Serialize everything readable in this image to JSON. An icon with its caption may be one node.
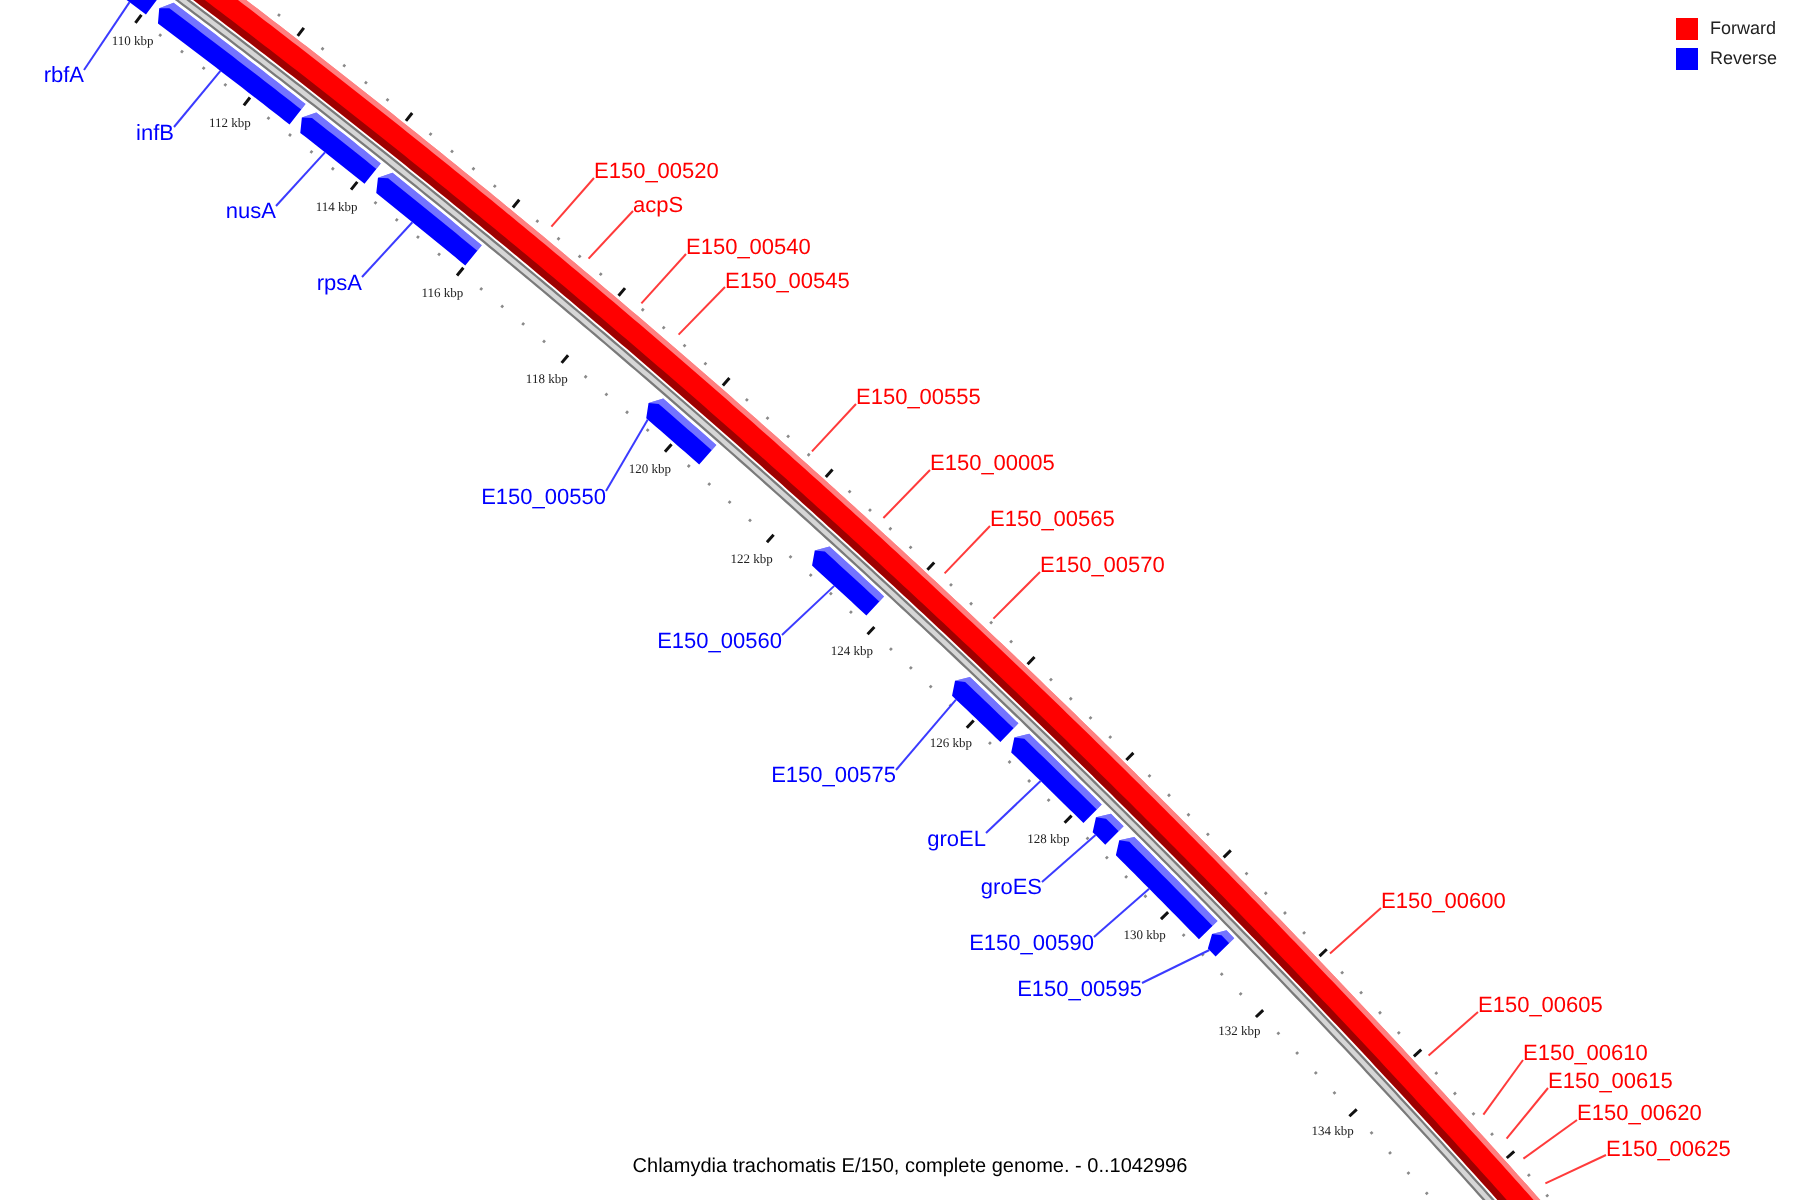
{
  "diagram": {
    "caption": "Chlamydia trachomatis E/150, complete genome. - 0..1042996",
    "nodes": [
      {
        "text": [
          "rbfA"
        ]
      },
      {
        "text": [
          "infB"
        ]
      },
      {
        "text": [
          "E150_00520"
        ]
      },
      {
        "text": [
          "acpS"
        ]
      },
      {
        "text": [
          "nusA"
        ]
      },
      {
        "text": [
          "E150_00540"
        ]
      },
      {
        "text": [
          "E150_00545"
        ]
      },
      {
        "text": [
          "rpsA"
        ]
      },
      {
        "text": [
          "E150_00555"
        ]
      },
      {
        "text": [
          "E150_00005"
        ]
      },
      {
        "text": [
          "E150_00550"
        ]
      },
      {
        "text": [
          "E150_00565"
        ]
      },
      {
        "text": [
          "E150_00570"
        ]
      },
      {
        "text": [
          "E150_00560"
        ]
      },
      {
        "text": [
          "E150_00575"
        ]
      },
      {
        "text": [
          "groEL"
        ]
      },
      {
        "text": [
          "groES"
        ]
      },
      {
        "text": [
          "E150_00600"
        ]
      },
      {
        "text": [
          "E150_00590"
        ]
      },
      {
        "text": [
          "E150_00595"
        ]
      },
      {
        "text": [
          "E150_00605"
        ]
      },
      {
        "text": [
          "E150_00610"
        ]
      },
      {
        "text": [
          "E150_00615"
        ]
      },
      {
        "text": [
          "E150_00620"
        ]
      },
      {
        "text": [
          "E150_00625"
        ]
      },
      {
        "text": [],
        "shape": "bar"
      },
      {
        "text": [],
        "shape": "bar"
      },
      {
        "text": [],
        "shape": "bar"
      },
      {
        "text": [],
        "shape": "bar"
      },
      {
        "text": [],
        "shape": "bar"
      },
      {
        "text": [],
        "shape": "bar"
      },
      {
        "text": [],
        "shape": "bar"
      },
      {
        "text": [],
        "shape": "bar"
      },
      {
        "text": [],
        "shape": "bar"
      },
      {
        "text": [],
        "shape": "bar"
      },
      {
        "text": [],
        "shape": "bar"
      }
    ],
    "edges": [
      {
        "from": 0,
        "to": 25,
        "arrow": "none",
        "color": "#3b3bff"
      },
      {
        "from": 1,
        "to": 26,
        "arrow": "none",
        "color": "#3b3bff"
      },
      {
        "from": 2,
        "to": null,
        "arrow": "none"
      },
      {
        "from": 3,
        "to": null,
        "arrow": "none"
      },
      {
        "from": 4,
        "to": 27,
        "arrow": "none",
        "color": "#3b3bff"
      },
      {
        "from": 5,
        "to": null,
        "arrow": "none"
      },
      {
        "from": 6,
        "to": null,
        "arrow": "none"
      },
      {
        "from": 7,
        "to": 28,
        "arrow": "none",
        "color": "#3b3bff"
      },
      {
        "from": 8,
        "to": null,
        "arrow": "none"
      },
      {
        "from": 9,
        "to": null,
        "arrow": "none"
      },
      {
        "from": 10,
        "to": 29,
        "arrow": "none",
        "color": "#3b3bff"
      },
      {
        "from": 11,
        "to": null,
        "arrow": "none"
      },
      {
        "from": 12,
        "to": null,
        "arrow": "none"
      },
      {
        "from": 13,
        "to": 30,
        "arrow": "none",
        "color": "#3b3bff"
      },
      {
        "from": 14,
        "to": 31,
        "arrow": "none",
        "color": "#3b3bff"
      },
      {
        "from": 15,
        "to": 32,
        "arrow": "none",
        "color": "#3b3bff"
      },
      {
        "from": 16,
        "to": 33,
        "arrow": "none",
        "color": "#3b3bff"
      },
      {
        "from": 17,
        "to": null,
        "arrow": "none"
      },
      {
        "from": 18,
        "to": 34,
        "arrow": "none",
        "color": "#3b3bff"
      },
      {
        "from": 19,
        "to": 35,
        "arrow": "none",
        "color": "#3b3bff"
      },
      {
        "from": 20,
        "to": null,
        "arrow": "none"
      },
      {
        "from": 21,
        "to": null,
        "arrow": "none"
      },
      {
        "from": 22,
        "to": null,
        "arrow": "none"
      },
      {
        "from": 23,
        "to": null,
        "arrow": "none"
      },
      {
        "from": 24,
        "to": null,
        "arrow": "none"
      }
    ],
    "labels": [
      "110 kbp",
      "112 kbp",
      "114 kbp",
      "116 kbp",
      "118 kbp",
      "120 kbp",
      "122 kbp",
      "124 kbp",
      "126 kbp",
      "128 kbp",
      "130 kbp",
      "132 kbp",
      "134 kbp"
    ],
    "legend": [
      {
        "text": "Forward",
        "color": "#ff0000"
      },
      {
        "text": "Reverse",
        "color": "#0000ff"
      }
    ]
  }
}
